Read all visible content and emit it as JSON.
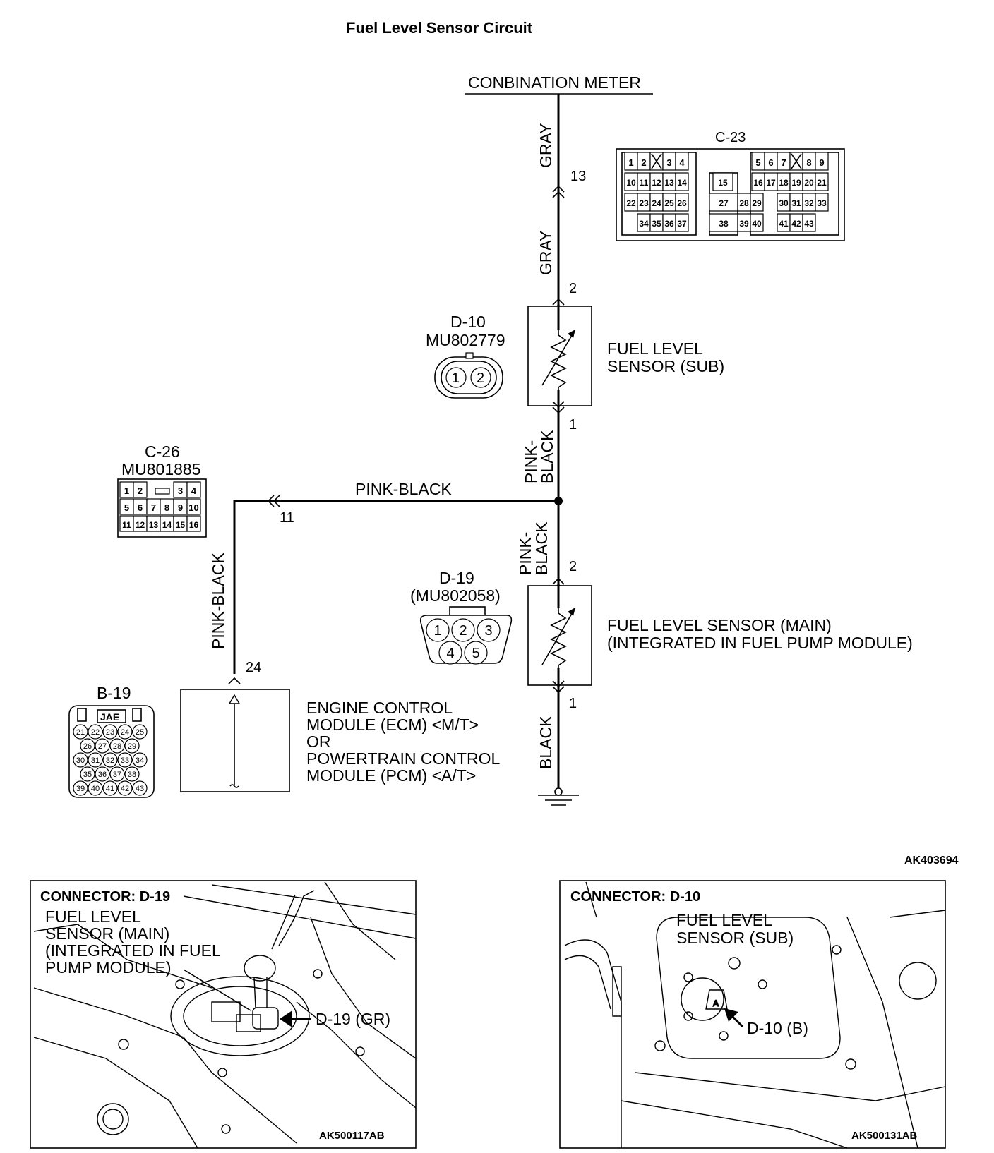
{
  "title": "Fuel Level Sensor Circuit",
  "combination_meter": "CONBINATION METER",
  "wires": {
    "gray": "GRAY",
    "pink_black_hyphen": "PINK-",
    "black_part": "BLACK",
    "pink_black": "PINK-BLACK",
    "black": "BLACK"
  },
  "pins": {
    "p13": "13",
    "p2_top": "2",
    "p1_top": "1",
    "p11": "11",
    "p2_mid": "2",
    "p1_mid": "1",
    "p24": "24"
  },
  "connectors": {
    "c23": {
      "name": "C-23",
      "rows": [
        [
          "1",
          "2",
          "",
          "3",
          "4",
          "",
          "5",
          "6",
          "7",
          "",
          "8",
          "9"
        ],
        [
          "10",
          "11",
          "12",
          "13",
          "14",
          "15",
          "16",
          "17",
          "18",
          "19",
          "20",
          "21"
        ],
        [
          "22",
          "23",
          "24",
          "25",
          "26",
          "27",
          "28",
          "29",
          "30",
          "31",
          "32",
          "33"
        ],
        [
          "34",
          "35",
          "36",
          "37",
          "38",
          "39",
          "40",
          "41",
          "42",
          "43"
        ]
      ]
    },
    "d10": {
      "name": "D-10",
      "part": "MU802779",
      "pins": [
        "1",
        "2"
      ]
    },
    "c26": {
      "name": "C-26",
      "part": "MU801885",
      "rows": [
        [
          "1",
          "2",
          "",
          "3",
          "4"
        ],
        [
          "5",
          "6",
          "7",
          "8",
          "9",
          "10"
        ],
        [
          "11",
          "12",
          "13",
          "14",
          "15",
          "16"
        ]
      ]
    },
    "d19": {
      "name": "D-19",
      "part": "(MU802058)",
      "pins": [
        "1",
        "2",
        "3",
        "4",
        "5"
      ]
    },
    "b19": {
      "name": "B-19",
      "badge": "JAE",
      "rows": [
        [
          "21",
          "22",
          "23",
          "24",
          "25"
        ],
        [
          "26",
          "27",
          "28",
          "29"
        ],
        [
          "30",
          "31",
          "32",
          "33",
          "34"
        ],
        [
          "35",
          "36",
          "37",
          "38"
        ],
        [
          "39",
          "40",
          "41",
          "42",
          "43"
        ]
      ]
    }
  },
  "components": {
    "sub_sensor": [
      "FUEL LEVEL",
      "SENSOR (SUB)"
    ],
    "main_sensor": [
      "FUEL LEVEL SENSOR (MAIN)",
      "(INTEGRATED IN FUEL PUMP MODULE)"
    ],
    "ecm": [
      "ENGINE CONTROL",
      "MODULE (ECM) <M/T>",
      "OR",
      "POWERTRAIN CONTROL",
      "MODULE (PCM) <A/T>"
    ]
  },
  "diagram_code": "AK403694",
  "panel_left": {
    "heading": "CONNECTOR: D-19",
    "label": [
      "FUEL LEVEL",
      "SENSOR (MAIN)",
      "(INTEGRATED IN FUEL",
      "PUMP MODULE)"
    ],
    "pointer": "D-19 (GR)",
    "code": "AK500117AB"
  },
  "panel_right": {
    "heading": "CONNECTOR: D-10",
    "label": [
      "FUEL LEVEL",
      "SENSOR (SUB)"
    ],
    "pointer": "D-10 (B)",
    "code": "AK500131AB"
  }
}
